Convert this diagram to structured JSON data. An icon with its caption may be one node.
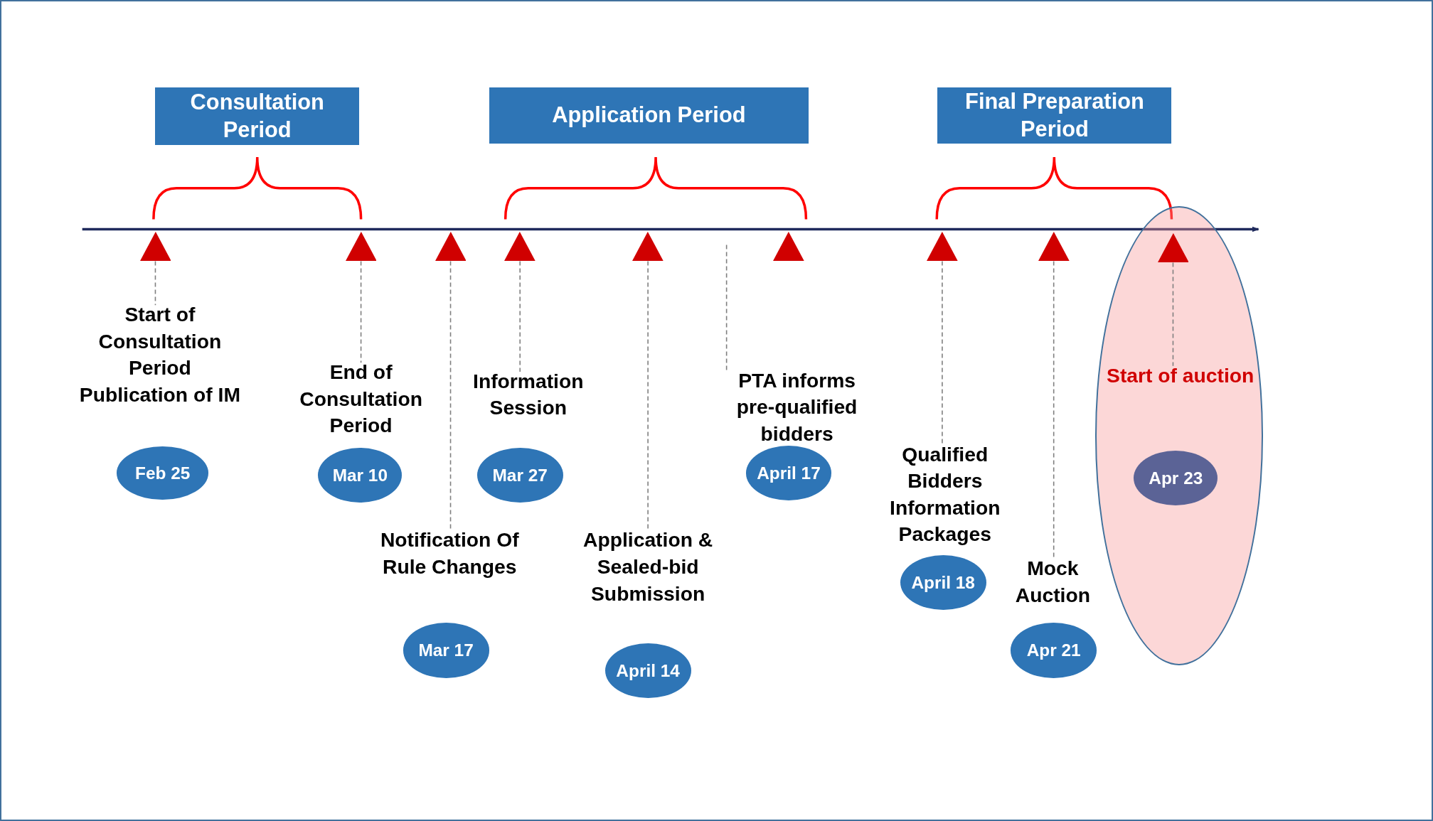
{
  "diagram": {
    "nodes": [
      {
        "text": [
          "Consultation Period"
        ]
      },
      {
        "text": [
          "Application Period"
        ]
      },
      {
        "text": [
          "Final Preparation Period"
        ]
      },
      {
        "text": [],
        "shape": "triangle"
      },
      {
        "text": [],
        "shape": "triangle"
      },
      {
        "text": [],
        "shape": "triangle"
      },
      {
        "text": [],
        "shape": "triangle"
      },
      {
        "text": [],
        "shape": "triangle"
      },
      {
        "text": [],
        "shape": "triangle"
      },
      {
        "text": [],
        "shape": "triangle"
      },
      {
        "text": [],
        "shape": "triangle"
      },
      {
        "text": [],
        "shape": "triangle",
        "in": 28
      },
      {
        "text": [
          "Start of Consultation Period Publication of IM"
        ]
      },
      {
        "text": [
          "Feb 25"
        ]
      },
      {
        "text": [
          "End of Consultation Period"
        ]
      },
      {
        "text": [
          "Mar 10"
        ]
      },
      {
        "text": [
          "Notification Of Rule Changes"
        ]
      },
      {
        "text": [
          "Mar 17"
        ]
      },
      {
        "text": [
          "Information Session"
        ]
      },
      {
        "text": [
          "Mar 27"
        ]
      },
      {
        "text": [
          "Application & Sealed-bid Submission"
        ]
      },
      {
        "text": [
          "April 14"
        ]
      },
      {
        "text": [
          "PTA informs pre-qualified bidders"
        ]
      },
      {
        "text": [
          "April 17"
        ]
      },
      {
        "text": [
          "Qualified Bidders Information Packages"
        ]
      },
      {
        "text": [
          "April 18"
        ]
      },
      {
        "text": [
          "Mock Auction"
        ]
      },
      {
        "text": [
          "Apr 21"
        ]
      },
      {
        "text": [
          "Start of auction"
        ]
      },
      {
        "text": [
          "Apr 23"
        ],
        "in": 28
      }
    ],
    "edges": [
      {
        "from": 3,
        "to": 12,
        "arrow": "none",
        "style": "dashed"
      },
      {
        "from": 4,
        "to": 14,
        "arrow": "none",
        "style": "dashed"
      },
      {
        "from": 5,
        "to": 16,
        "arrow": "none",
        "style": "dashed"
      },
      {
        "from": 6,
        "to": 18,
        "arrow": "none",
        "style": "dashed"
      },
      {
        "from": 7,
        "to": 20,
        "arrow": "none",
        "style": "dashed"
      },
      {
        "from": null,
        "to": 22,
        "arrow": "none",
        "style": "dashed"
      },
      {
        "from": 9,
        "to": 24,
        "arrow": "none",
        "style": "dashed"
      },
      {
        "from": 10,
        "to": 26,
        "arrow": "none",
        "style": "dashed"
      },
      {
        "from": 11,
        "to": 28,
        "arrow": "none",
        "style": "dashed"
      }
    ]
  }
}
